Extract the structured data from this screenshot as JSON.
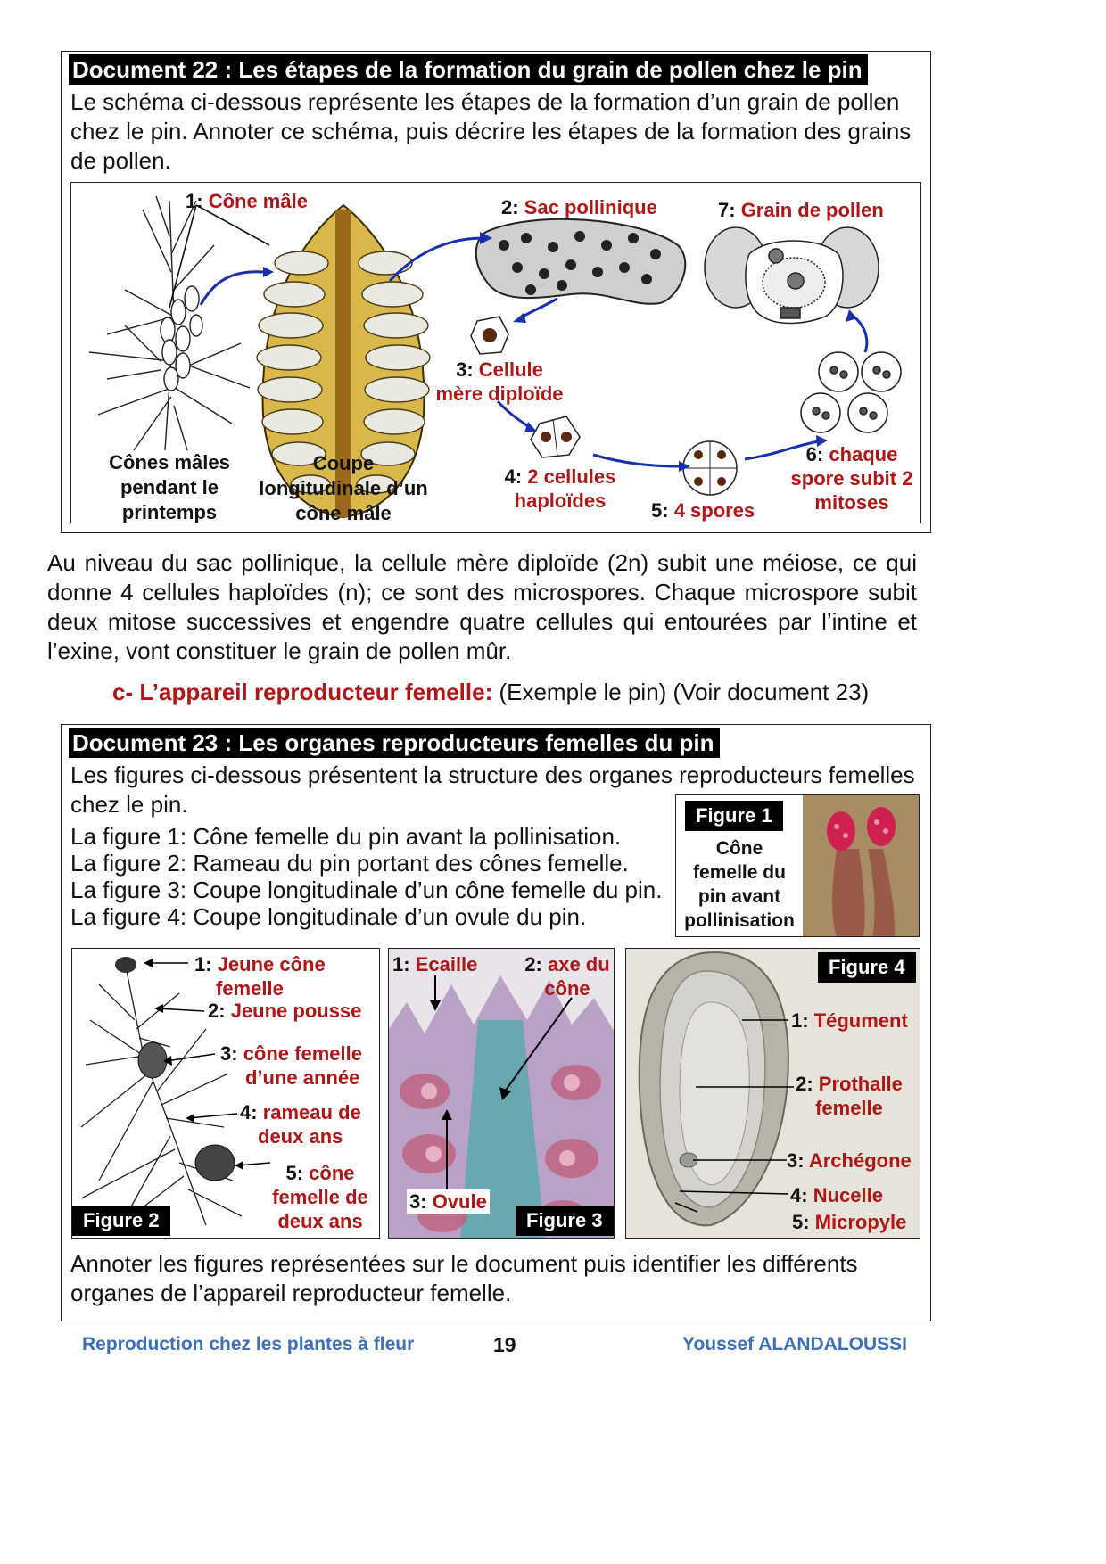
{
  "doc22": {
    "title": "Document 22 : Les étapes de la formation du grain de pollen chez le pin",
    "intro": "Le schéma ci-dessous représente les étapes de la formation d’un grain de pollen chez le pin. Annoter ce schéma, puis décrire les étapes de la formation des grains de pollen.",
    "labels": {
      "l1_num": "1:",
      "l1_text": "Cône mâle",
      "l2_num": "2:",
      "l2_text": "Sac pollinique",
      "l3_num": "3:",
      "l3_text_a": "Cellule",
      "l3_text_b": "mère diploïde",
      "l4_num": "4:",
      "l4_text_a": "2 cellules",
      "l4_text_b": "haploïdes",
      "l5_num": "5:",
      "l5_text": "4 spores",
      "l6_num": "6:",
      "l6_text_a": "chaque",
      "l6_text_b": "spore subit 2",
      "l6_text_c": "mitoses",
      "l7_num": "7:",
      "l7_text": "Grain de pollen"
    },
    "captions": {
      "cones_a": "Cônes mâles",
      "cones_b": "pendant le",
      "cones_c": "printemps",
      "coupe_a": "Coupe",
      "coupe_b": "longitudinale d’un",
      "coupe_c": "cône mâle"
    }
  },
  "explanation": "Au niveau du sac pollinique, la cellule mère diploïde (2n) subit une méiose, ce qui donne 4 cellules haploïdes (n); ce sont des microspores. Chaque microspore subit deux mitose successives et engendre quatre cellules qui entourées par l’intine et l’exine, vont constituer le grain de pollen mûr.",
  "section_c": {
    "label": "c- L’appareil reproducteur femelle:",
    "rest": " (Exemple le pin) (Voir document 23)"
  },
  "doc23": {
    "title": "Document 23 : Les organes reproducteurs femelles du pin",
    "intro": "Les figures ci-dessous présentent la structure des organes reproducteurs femelles chez le pin.",
    "fig_list": [
      "La figure 1: Cône femelle du pin avant la pollinisation.",
      "La figure 2: Rameau du pin portant des cônes femelle.",
      "La figure 3: Coupe longitudinale d’un cône femelle du pin.",
      "La figure 4: Coupe longitudinale d’un ovule du pin."
    ],
    "figure1": {
      "tag": "Figure 1",
      "cap_a": "Cône",
      "cap_b": "femelle du",
      "cap_c": "pin avant",
      "cap_d": "pollinisation"
    },
    "figure2": {
      "tag": "Figure 2",
      "l1_num": "1:",
      "l1_a": "Jeune cône",
      "l1_b": "femelle",
      "l2_num": "2:",
      "l2": "Jeune pousse",
      "l3_num": "3:",
      "l3_a": "cône femelle",
      "l3_b": "d’une année",
      "l4_num": "4:",
      "l4_a": "rameau de",
      "l4_b": "deux ans",
      "l5_num": "5:",
      "l5_a": "cône",
      "l5_b": "femelle de",
      "l5_c": "deux ans"
    },
    "figure3": {
      "tag": "Figure 3",
      "l1_num": "1:",
      "l1": "Ecaille",
      "l2_num": "2:",
      "l2_a": "axe du",
      "l2_b": "cône",
      "l3_num": "3:",
      "l3": "Ovule"
    },
    "figure4": {
      "tag": "Figure 4",
      "l1_num": "1:",
      "l1": "Tégument",
      "l2_num": "2:",
      "l2_a": "Prothalle",
      "l2_b": "femelle",
      "l3_num": "3:",
      "l3": "Archégone",
      "l4_num": "4:",
      "l4": "Nucelle",
      "l5_num": "5:",
      "l5": "Micropyle"
    },
    "outro": "Annoter les figures représentées sur le document puis identifier les différents organes de l’appareil reproducteur femelle."
  },
  "footer": {
    "left": "Reproduction chez les plantes à fleur",
    "page": "19",
    "right": "Youssef ALANDALOUSSI"
  },
  "colors": {
    "label_red": "#b01616",
    "arrow_blue": "#1a2fb0",
    "footer_blue": "#3b6fb6",
    "pollen_sac_gray": "#cfcfcf",
    "cone_yellow": "#d8b84a"
  }
}
